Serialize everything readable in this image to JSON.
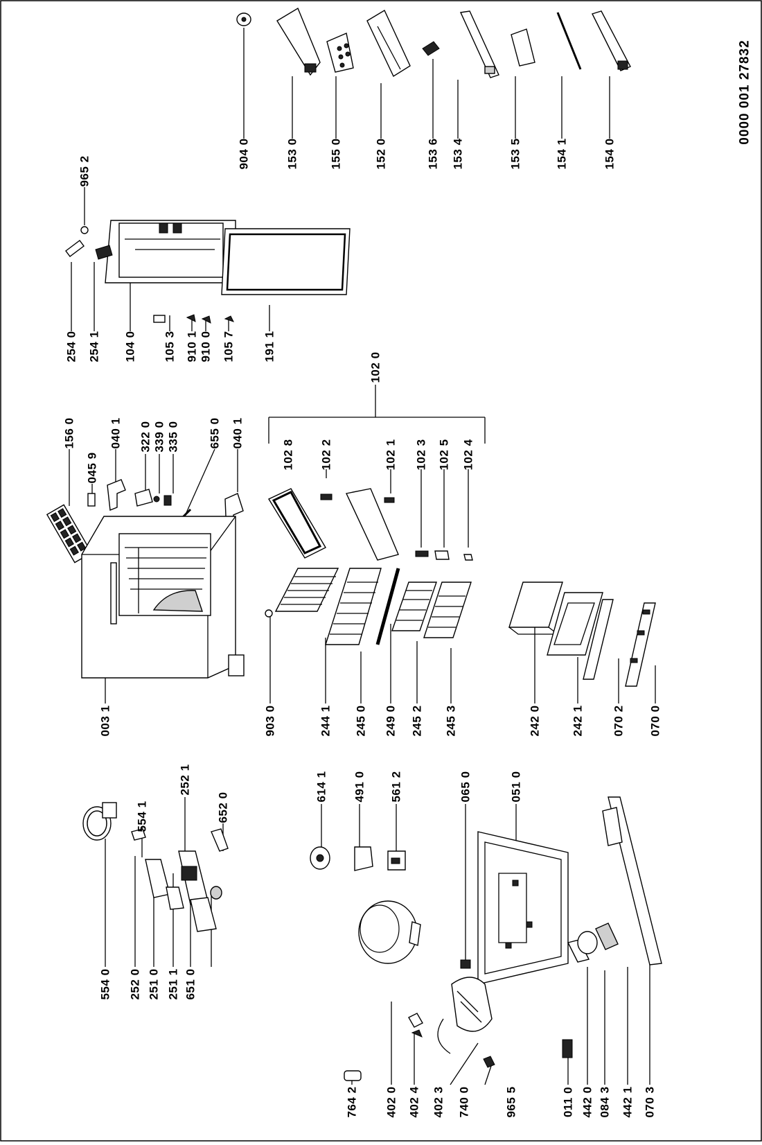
{
  "document_number": "0000 001 27832",
  "part_labels": {
    "p0031": "003 1",
    "p5541": "554 1",
    "p2521": "252 1",
    "p6520": "652 0",
    "p9030": "903 0",
    "p2441": "244 1",
    "p2450": "245 0",
    "p2490": "249 0",
    "p2452": "245 2",
    "p2453": "245 3",
    "p2420": "242 0",
    "p2421": "242 1",
    "p0702": "070 2",
    "p0700": "070 0",
    "p1560": "156 0",
    "p0459": "045 9",
    "p0401a": "040 1",
    "p3220": "322 0",
    "p3390": "339 0",
    "p3350": "335 0",
    "p6550": "655 0",
    "p0401b": "040 1",
    "p1020": "102 0",
    "p1028": "102 8",
    "p1022": "102 2",
    "p1021": "102 1",
    "p1023": "102 3",
    "p1025": "102 5",
    "p1024": "102 4",
    "p2540": "254 0",
    "p2541": "254 1",
    "p1040": "104 0",
    "p1053": "105 3",
    "p9101": "910 1",
    "p9100": "910 0",
    "p1057": "105 7",
    "p1911": "191 1",
    "p9652": "965 2",
    "p9040": "904 0",
    "p1530": "153 0",
    "p1550": "155 0",
    "p1520": "152 0",
    "p1536": "153 6",
    "p1534": "153 4",
    "p1535": "153 5",
    "p1541": "154 1",
    "p1540": "154 0",
    "p5540": "554 0",
    "p2520": "252 0",
    "p2510": "251 0",
    "p2511": "251 1",
    "p6510": "651 0",
    "p6141": "614 1",
    "p4910": "491 0",
    "p5612": "561 2",
    "p0650": "065 0",
    "p0510": "051 0",
    "p7642": "764 2",
    "p4020": "402 0",
    "p4024": "402 4",
    "p4023": "402 3",
    "p7400": "740 0",
    "p9655": "965 5",
    "p0110": "011 0",
    "p4420": "442 0",
    "p0843": "084 3",
    "p4421": "442 1",
    "p0703": "070 3"
  }
}
